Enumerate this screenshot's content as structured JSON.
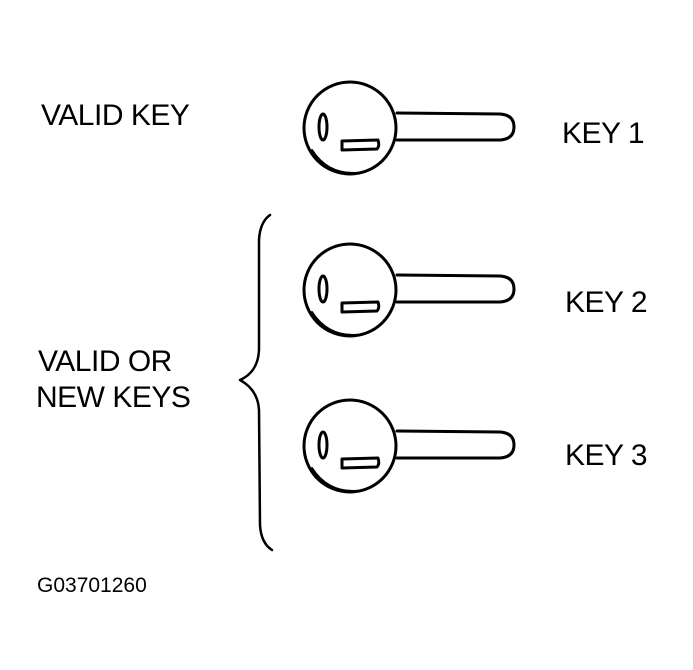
{
  "diagram": {
    "valid_label": "VALID KEY",
    "group_label_line1": "VALID OR",
    "group_label_line2": "NEW KEYS",
    "keys": [
      {
        "label": "KEY 1",
        "group": "valid"
      },
      {
        "label": "KEY 2",
        "group": "valid-or-new"
      },
      {
        "label": "KEY 3",
        "group": "valid-or-new"
      }
    ],
    "figure_code": "G03701260"
  },
  "colors": {
    "ink": "#000000",
    "background": "#ffffff"
  }
}
